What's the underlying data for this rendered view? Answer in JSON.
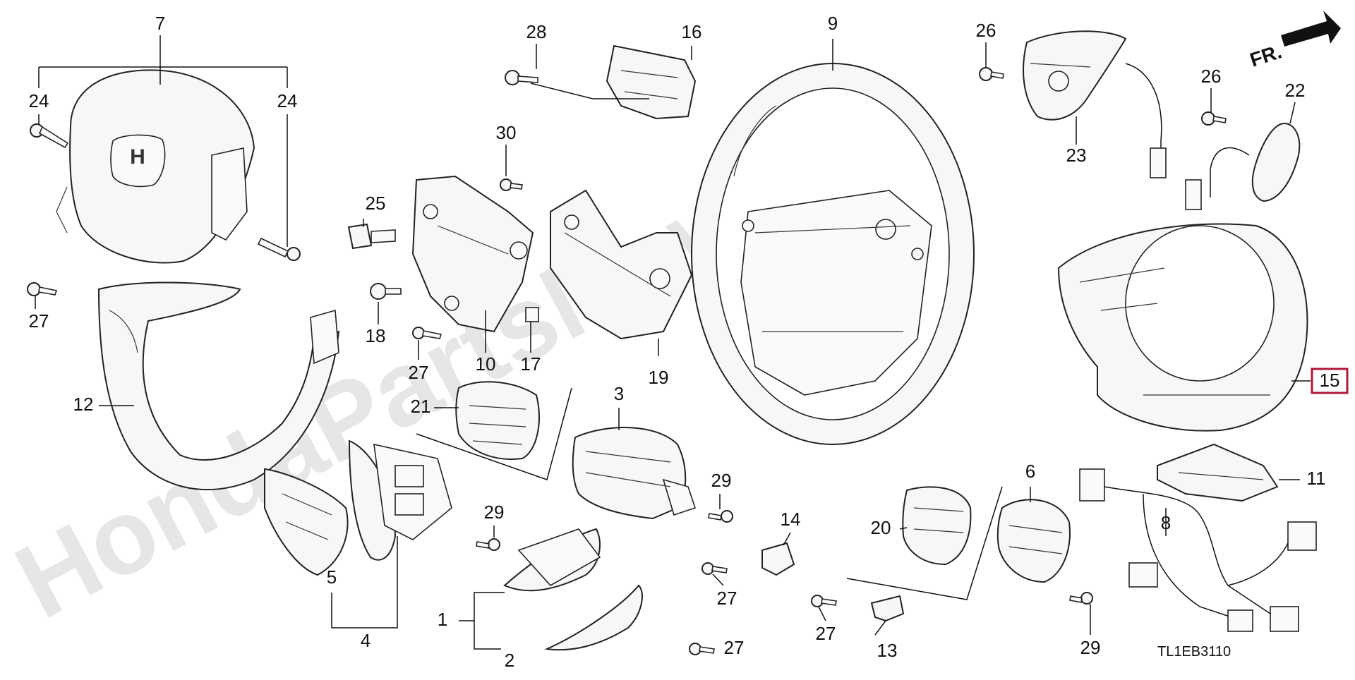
{
  "diagram": {
    "code": "TL1EB3110",
    "direction_label": "FR.",
    "watermark": "HondaPartsNow.ru",
    "highlighted_callout": "15",
    "callouts": [
      "7",
      "24",
      "24",
      "27",
      "12",
      "5",
      "4",
      "25",
      "18",
      "27",
      "10",
      "17",
      "30",
      "28",
      "16",
      "21",
      "3",
      "19",
      "29",
      "29",
      "1",
      "2",
      "27",
      "9",
      "14",
      "27",
      "27",
      "13",
      "20",
      "6",
      "29",
      "26",
      "26",
      "23",
      "22",
      "15",
      "11",
      "8"
    ]
  }
}
